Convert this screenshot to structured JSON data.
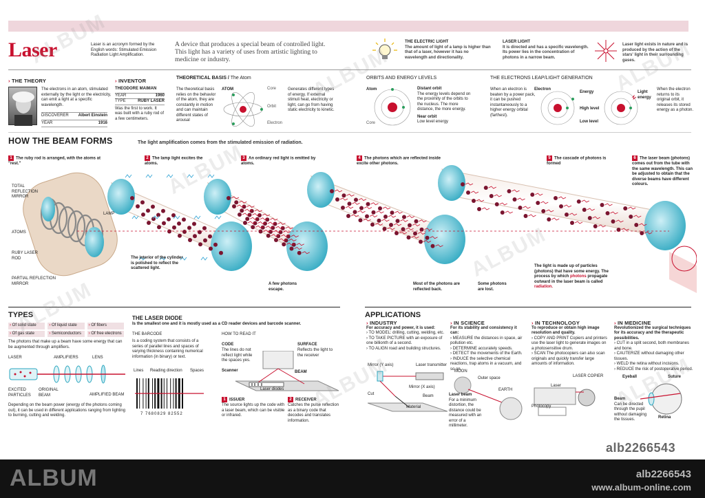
{
  "title": "Laser",
  "acronym": "Laser is an acronym formed by the English words: Stimulated Emission Radiation Light Amplification.",
  "intro": "A device that produces a special beam of controlled light. This light has a variety of uses from artistic lighting to medicine or industry.",
  "electric_light": {
    "title": "THE ELECTRIC LIGHT",
    "text": "The amount of light of a lamp is higher than that of a laser, however it has no wavelength and directionality."
  },
  "laser_light": {
    "title": "LASER LIGHT",
    "text": "It is directed and has a specific wavelength. Its power lies in the concentration of photons in a narrow beam."
  },
  "nature": {
    "text": "Laser light exists in nature and is produced by the action of the stars' light in their surrounding gases."
  },
  "theory": {
    "title": "THE THEORY",
    "text": "The electrons in an atom, stimulated externally by the light or the electricity, can emit a light at a specific wavelength.",
    "discoverer_label": "DISCOVERER",
    "discoverer": "Albert Einstein",
    "year_label": "YEAR",
    "year": "1916"
  },
  "inventor": {
    "title": "INVENTOR",
    "name": "THEODORE MAIMAN",
    "year_label": "YEAR",
    "year": "1960",
    "type_label": "TYPE",
    "type": "RUBY LASER",
    "text": "Was the first to work. It was built with a ruby rod of a few centimeters."
  },
  "basis": {
    "title": "THEORETICAL BASIS /",
    "subtitle": "The Atom",
    "text": "The theoretical basis relies on the behavior of the atom, they are constantly in motion and can maintain different states of arousal",
    "atom_label": "ATOM",
    "core": "Core",
    "orbit": "Orbit",
    "electron": "Electron",
    "text2": "Generates different types of energy. If external stimuli heat, electricity or light, can go from having static electricity to kinetic."
  },
  "orbits": {
    "title": "ORBITS AND ENERGY LEVELS",
    "atom": "Atom",
    "core": "Core",
    "distant_title": "Distant orbit",
    "distant_text": "The energy levels depend on the proximity of the orbits to the nucleus. The more distance, the more energy.",
    "near_title": "Near orbit",
    "near_text": "Low level energy"
  },
  "leap": {
    "title": "THE ELECTRONS LEAP/LIGHT GENERATION",
    "text1": "When an electron is beaten by a power pack, it can be pushed instantaneously to a higher energy orbital (farthest).",
    "electron": "Electron",
    "energy": "Energy",
    "high": "High level",
    "low": "Low level",
    "light_energy": "Light energy",
    "text2": "When the electron returns to its original orbit, it releases its stored energy as a photon."
  },
  "beam": {
    "title": "HOW THE BEAM FORMS",
    "subtitle": "The light amplification comes from the stimulated emission of radiation.",
    "steps": [
      {
        "n": "1",
        "text": "The ruby rod is arranged, with the atoms at \"rest.\""
      },
      {
        "n": "2",
        "text": "The lamp light excites the atoms."
      },
      {
        "n": "3",
        "text": "An ordinary red light is emitted by atoms."
      },
      {
        "n": "4",
        "text": "The photons which are reflected inside excite other photons."
      },
      {
        "n": "5",
        "text": "The cascade of photons is formed"
      },
      {
        "n": "6",
        "text": "The laser beam (photons) comes out from the tube with the same wavelength. This can be adjusted to obtain that the diverse beams have different colours."
      }
    ],
    "total_mirror": "TOTAL REFLECTION MIRROR",
    "atoms": "ATOMS",
    "lamp": "LAMP",
    "ruby_rod": "RUBY LASER ROD",
    "partial_mirror": "PARTIAL REFLECTION MIRROR",
    "interior": "The interior of the cylinder is polished to reflect the scattered light.",
    "escape": "A few photons escape.",
    "reflected": "Most of the photons are reflected back.",
    "lost": "Some photons are lost.",
    "particles_a": "The light is made up of particles (photons) that have some energy. The process by which ",
    "particles_b": "photons",
    "particles_c": " propagate outward in the laser beam is called ",
    "particles_d": "radiation."
  },
  "types": {
    "title": "TYPES",
    "items": [
      "Of solid state",
      "Of liquid state",
      "Of fibers",
      "Of gas state",
      "Semiconductors",
      "Of free electrons"
    ],
    "text": "The photons that make up a beam have some energy that can be augmented through amplifiers.",
    "laser": "LASER",
    "amplifiers": "AMPLIFIERS",
    "lens": "LENS",
    "excited": "EXCITED PARTICLES",
    "original": "ORIGINAL BEAM",
    "amplified": "AMPLIFIED BEAM",
    "text2": "Depending on the beam power (energy of the photons coming out), it can be used in different applications ranging from lighting to burning, cutting and welding."
  },
  "diode": {
    "title": "THE LASER DIODE",
    "subtitle": "Is the smallest one and it is mostly used as a CD reader devices and barcode scanner.",
    "barcode_title": "THE BARCODE",
    "barcode_text": "Is a coding system that consists of a series of parallel lines and spaces of varying thickness containing numerical information (in binary) or text.",
    "lines": "Lines",
    "reading": "Reading direction",
    "spaces": "Spaces",
    "digits": "7  7680829  82552",
    "how": "HOW TO READ IT",
    "code": "CODE",
    "code_text": "The lines do not reflect light while the spaces yes.",
    "surface": "SURFACE",
    "surface_text": "Reflects the light to the receiver",
    "scanner": "Scanner",
    "beam": "BEAM",
    "diodes": "Laser diodes",
    "issuer_n": "1",
    "issuer": "ISSUER",
    "issuer_text": "The source lights up the code with a laser beam, which can be visible or infrared.",
    "receiver_n": "2",
    "receiver": "RECEIVER",
    "receiver_text": "Catches the pulse reflection as a binary code that decodes and translates information."
  },
  "apps": {
    "title": "APPLICATIONS",
    "industry": {
      "title": "INDUSTRY",
      "sub": "For accuracy and power, it is used:",
      "l1": "› TO MODEL: drilling, cutting, welding, etc.",
      "l2": "› TO TAKE PICTURE  with an exposure of one billionth of a second.",
      "l3": "› TO ALIGN road and building structures.",
      "mirror_y": "Mirror (Y axis)",
      "transmitter": "Laser transmitter",
      "mirror_x": "Mirror (X axis)",
      "beam": "Beam",
      "cut": "Cut",
      "material": "Material"
    },
    "science": {
      "title": "IN SCIENCE",
      "sub": "For its stability and consistency it can:",
      "l1": "› MEASURE the distances in space, air pollution etc.",
      "l2": "› DETERMINE accurately speeds.",
      "l3": "› DETECT the movements of the Earth.",
      "l4": "› INDUCE the selective chemical reactions, trap atoms in a vacuum, and so on.",
      "moon": "MOON",
      "outer": "Outer space",
      "earth": "EARTH",
      "beam_title": "Laser beam",
      "beam_text": "For a minimum distortion, the distance could be measured with an error of a millimeter."
    },
    "tech": {
      "title": "IN TECHNOLOGY",
      "sub": "To reproduce or obtain high image resolution and quality.",
      "l1": "› COPY AND PRINT Copiers and printers use the laser light to generate images on a photosensitive drum.",
      "l2": "› SCAN The photocopiers can also scan originals and quickly transfer large amounts of information.",
      "copier": "LASER COPIER",
      "laser": "Laser",
      "photocopy": "Photocopy"
    },
    "medicine": {
      "title": "IN MEDICINE",
      "sub": "Revolutionized the surgical techniques for its accuracy and the therapeutic possibilities.",
      "l1": "› CUT in a split second, both membranes and bone.",
      "l2": "› CAUTERIZE without damaging other tissues.",
      "l3": "› WELD the retina without incisions.",
      "l4": "› REDUCE the risk of postoperative period.",
      "eyeball": "Eyeball",
      "suture": "Suture",
      "beam_title": "Beam",
      "beam_text": "Can be directed through the pupil without damaging the tissues.",
      "retina": "Retina"
    }
  },
  "stock": {
    "id": "alb2266543",
    "brand": "ALBUM",
    "url": "www.album-online.com"
  },
  "colors": {
    "accent": "#c8102e",
    "tube": "#e9d9cf",
    "cyan": "#2aa6bf",
    "bar": "#121212"
  }
}
